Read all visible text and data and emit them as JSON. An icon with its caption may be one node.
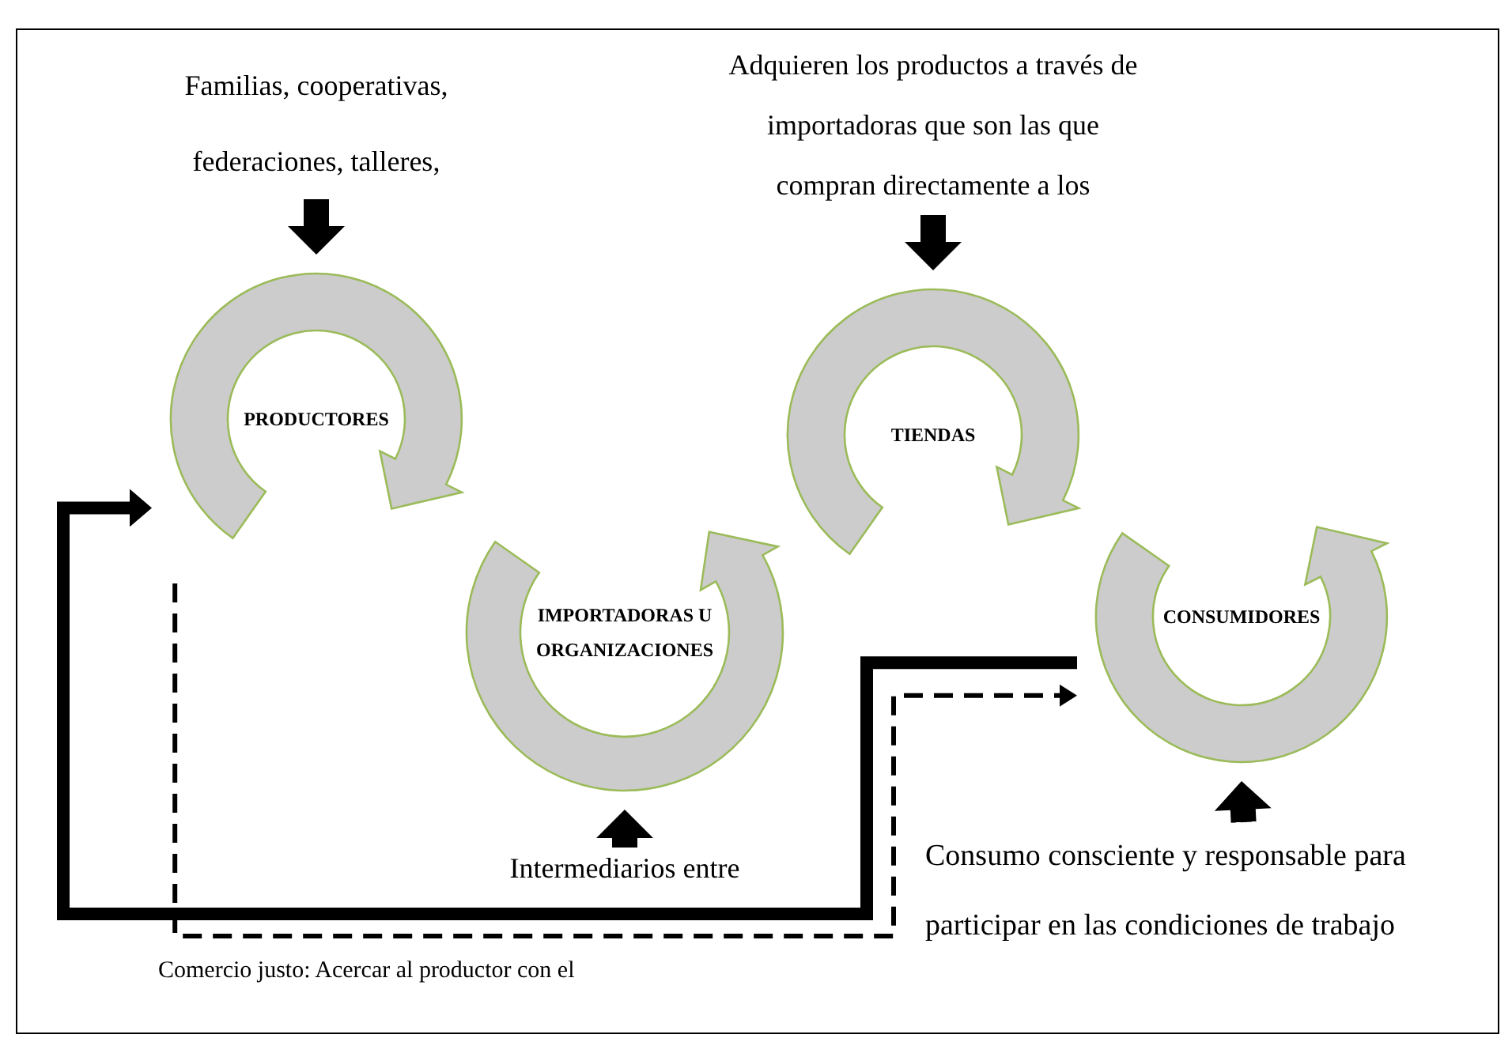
{
  "diagram": {
    "nodes": [
      {
        "text": [
          "Familias, cooperativas, federaciones, talleres,"
        ]
      },
      {
        "text": [
          "Adquieren los productos a través de importadoras que son las que compran directamente a los"
        ]
      },
      {
        "text": [
          "PRODUCTORES"
        ]
      },
      {
        "text": [
          "TIENDAS"
        ]
      },
      {
        "text": [
          "IMPORTADORAS U ORGANIZACIONES"
        ]
      },
      {
        "text": [
          "CONSUMIDORES"
        ]
      },
      {
        "text": [
          "Intermediarios entre"
        ]
      },
      {
        "text": [
          "Consumo consciente y responsable para participar en las condiciones de trabajo"
        ]
      }
    ],
    "edges": [
      {
        "from": 0,
        "to": 2,
        "arrow": "to"
      },
      {
        "from": 1,
        "to": 3,
        "arrow": "to"
      },
      {
        "from": 6,
        "to": 4,
        "arrow": "to"
      },
      {
        "from": 7,
        "to": 5,
        "arrow": "to"
      },
      {
        "from": 2,
        "to": 5,
        "arrow": "to",
        "style": "dashed"
      },
      {
        "from": 5,
        "to": 2,
        "arrow": "to",
        "style": "thick"
      }
    ],
    "labels": [
      "Comercio justo: Acercar al productor con el"
    ]
  }
}
